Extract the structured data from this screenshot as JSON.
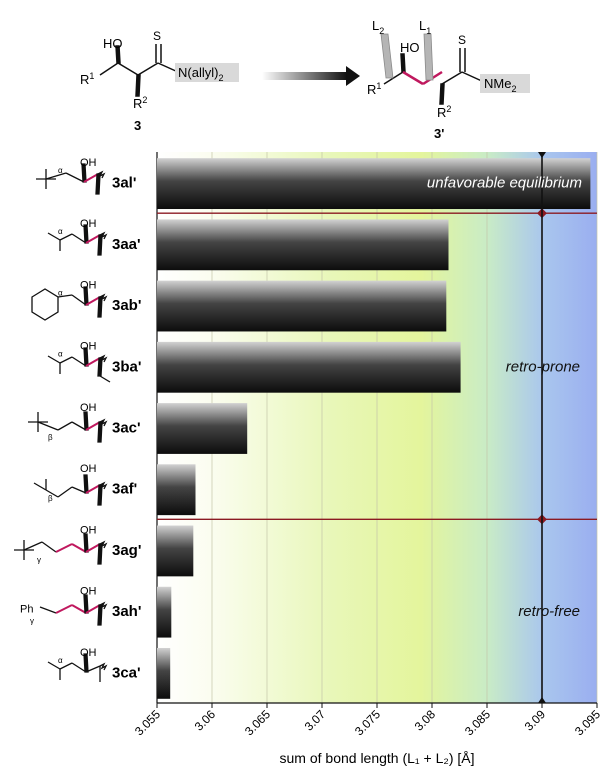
{
  "scheme": {
    "reactant": {
      "label": "3",
      "atoms": {
        "ho": "HO",
        "s": "S",
        "r1": "R",
        "r1_sup": "1",
        "r2": "R",
        "r2_sup": "2",
        "amine": "N(allyl)",
        "amine_sub": "2"
      }
    },
    "product": {
      "label": "3'",
      "atoms": {
        "ho": "HO",
        "s": "S",
        "r1": "R",
        "r1_sup": "1",
        "r2": "R",
        "r2_sup": "2",
        "amine": "NMe",
        "amine_sub": "2",
        "l2": "L",
        "l2_sub": "2",
        "l1": "L",
        "l1_sub": "1"
      }
    }
  },
  "chart_data": {
    "type": "bar",
    "orientation": "horizontal",
    "categories": [
      "3al'",
      "3aa'",
      "3ab'",
      "3ba'",
      "3ac'",
      "3af'",
      "3ag'",
      "3ah'",
      "3ca'"
    ],
    "values": [
      3.0944,
      3.0815,
      3.0813,
      3.0826,
      3.0632,
      3.0585,
      3.0583,
      3.0563,
      3.0562
    ],
    "xlim": [
      3.055,
      3.095
    ],
    "xticks": [
      "3.055",
      "3.06",
      "3.065",
      "3.07",
      "3.075",
      "3.08",
      "3.085",
      "3.09",
      "3.095"
    ],
    "xlabel": "sum of bond length (L₁ + L₂) [Å]",
    "threshold": 3.09,
    "grid": true,
    "regions": [
      {
        "label": "unfavorable equilibrium",
        "categories": [
          "3al'"
        ]
      },
      {
        "label": "retro-prone",
        "categories": [
          "3aa'",
          "3ab'",
          "3ba'",
          "3ac'",
          "3af'"
        ]
      },
      {
        "label": "retro-free",
        "categories": [
          "3ag'",
          "3ah'",
          "3ca'"
        ]
      }
    ],
    "alpha_labels": {
      "3al'": "α",
      "3aa'": "α",
      "3ab'": "α",
      "3ba'": "α",
      "3ac'": "β",
      "3af'": "β",
      "3ag'": "γ",
      "3ah'": "γ",
      "3ca'": "α"
    },
    "oh_label": "OH",
    "ph_label": "Ph"
  }
}
